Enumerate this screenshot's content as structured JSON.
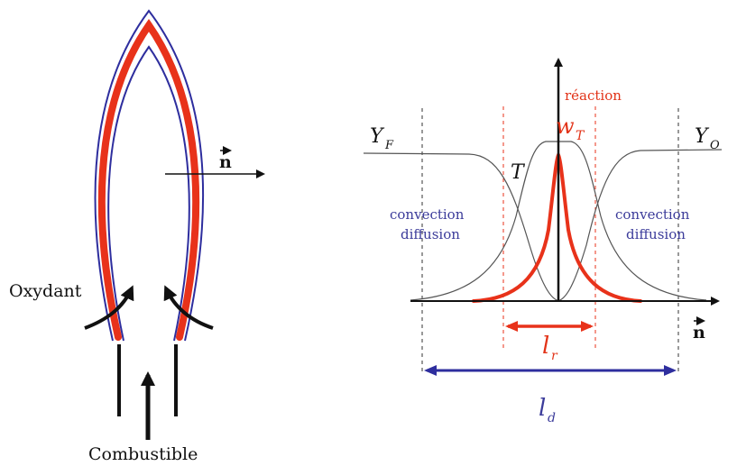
{
  "flame": {
    "oxidizer_label": "Oxydant",
    "fuel_label": "Combustible",
    "normal_symbol": "n"
  },
  "profile": {
    "reaction_label": "réaction",
    "wT_main": "w",
    "wT_sub": "T",
    "temperature_label": "T",
    "fuel_fraction_main": "Y",
    "fuel_fraction_sub": "F",
    "oxidizer_fraction_main": "Y",
    "oxidizer_fraction_sub": "O",
    "left_zone_line1": "convection",
    "left_zone_line2": "diffusion",
    "right_zone_line1": "convection",
    "right_zone_line2": "diffusion",
    "normal_symbol": "n",
    "reaction_thickness_main": "l",
    "reaction_thickness_sub": "r",
    "diffusion_thickness_main": "l",
    "diffusion_thickness_sub": "d"
  },
  "colors": {
    "flame_front": "#e8321a",
    "flame_outline": "#2e2e9e",
    "blue_text": "#3b3b9a",
    "red_text": "#e23318",
    "profile_curves": "#555555"
  }
}
